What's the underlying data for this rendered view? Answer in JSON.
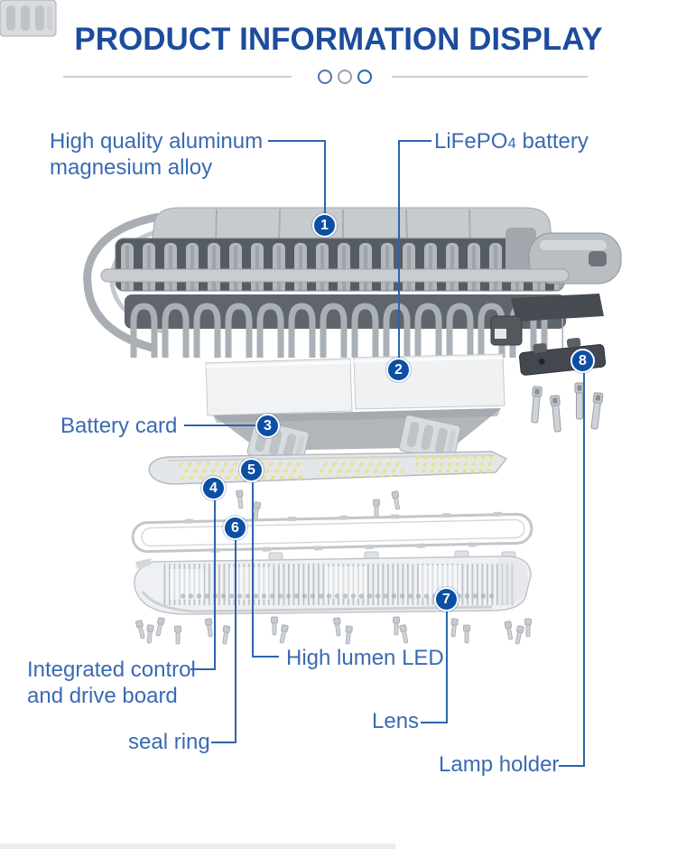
{
  "header": {
    "title": "PRODUCT INFORMATION DISPLAY"
  },
  "colors": {
    "title_blue": "#1d4c9c",
    "label_blue": "#3a6ab2",
    "line_blue": "#2c64ad",
    "badge_blue": "#0d4fa2",
    "divider_gray": "#cbced3",
    "product_gray": "#b3b8bd",
    "led_yellow": "#ebe18f"
  },
  "callouts": {
    "c1": {
      "num": "1",
      "line1": "High quality aluminum",
      "line2": "magnesium alloy"
    },
    "c2": {
      "num": "2",
      "prefix": "LiFePO",
      "sub": "4",
      "suffix": " battery"
    },
    "c3": {
      "num": "3",
      "label": "Battery card"
    },
    "c4": {
      "num": "4",
      "line1": "Integrated control",
      "line2": "and drive board"
    },
    "c5": {
      "num": "5",
      "label": "High lumen LED"
    },
    "c6": {
      "num": "6",
      "label": "seal ring"
    },
    "c7": {
      "num": "7",
      "label": "Lens"
    },
    "c8": {
      "num": "8",
      "label": "Lamp holder"
    }
  }
}
